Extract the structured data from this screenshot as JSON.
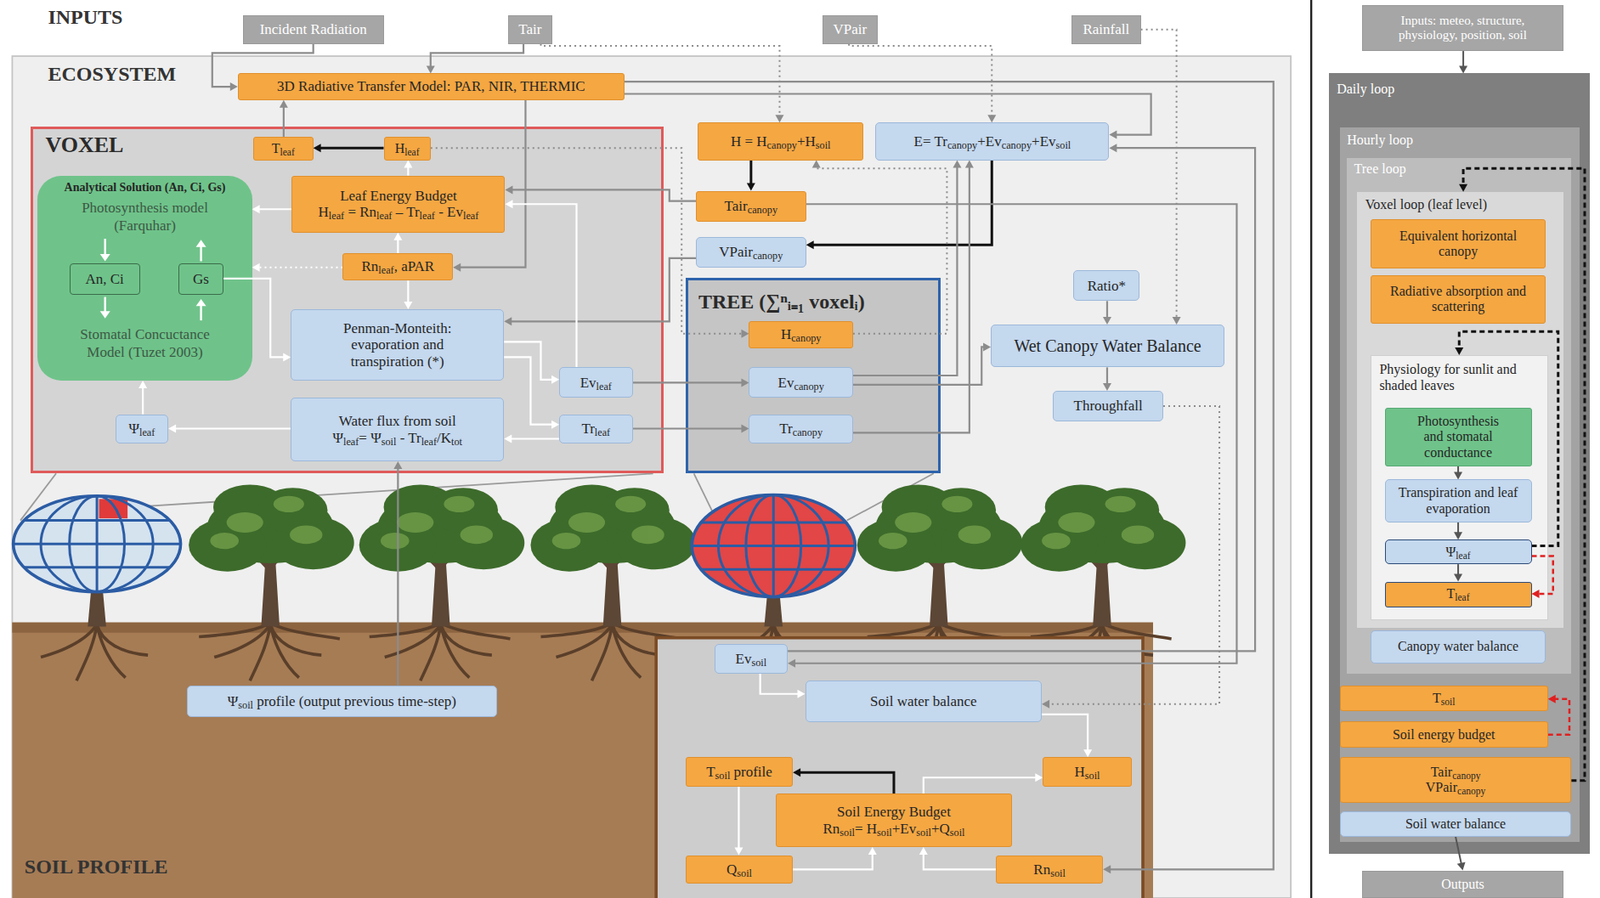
{
  "diagram": {
    "nodes": [
      {
        "text": [
          "Incident Radiation"
        ]
      },
      {
        "text": [
          "Tair"
        ]
      },
      {
        "text": [
          "VPair"
        ]
      },
      {
        "text": [
          "Rainfall"
        ]
      },
      {
        "text": [
          "3D Radiative Transfer Model: PAR, NIR, THERMIC"
        ]
      },
      {
        "text": [
          "VOXEL"
        ]
      },
      {
        "text": [
          "Tleaf"
        ],
        "in": 5
      },
      {
        "text": [
          "Hleaf"
        ],
        "in": 5
      },
      {
        "text": [
          "Analytical Solution (An, Ci, Gs)",
          "Photosynthesis model (Farquhar)",
          "Stomatal Concuctance Model (Tuzet 2003)"
        ],
        "in": 5
      },
      {
        "text": [
          "An, Ci"
        ],
        "in": 8
      },
      {
        "text": [
          "Gs"
        ],
        "in": 8
      },
      {
        "text": [
          "Leaf Energy Budget",
          "Hleaf = Rnleaf – Trleaf - Evleaf"
        ],
        "in": 5
      },
      {
        "text": [
          "Rnleaf, aPAR"
        ],
        "in": 5
      },
      {
        "text": [
          "Penman-Monteith: evaporation and transpiration (*)"
        ],
        "in": 5
      },
      {
        "text": [
          "Water flux from soil",
          "Ψleaf= Ψsoil - Trleaf/Ktot"
        ],
        "in": 5
      },
      {
        "text": [
          "Ψleaf"
        ],
        "in": 5
      },
      {
        "text": [
          "Evleaf"
        ],
        "in": 5
      },
      {
        "text": [
          "Trleaf"
        ],
        "in": 5
      },
      {
        "text": [
          "H = Hcanopy+Hsoil"
        ]
      },
      {
        "text": [
          "E= Trcanopy+Evcanopy+Evsoil"
        ]
      },
      {
        "text": [
          "Taircanopy"
        ]
      },
      {
        "text": [
          "VPaircanopy"
        ]
      },
      {
        "text": [
          "TREE (∑ⁿᵢ₌₁ voxelᵢ)"
        ]
      },
      {
        "text": [
          "Hcanopy"
        ],
        "in": 22
      },
      {
        "text": [
          "Evcanopy"
        ],
        "in": 22
      },
      {
        "text": [
          "Trcanopy"
        ],
        "in": 22
      },
      {
        "text": [
          "Ratio*"
        ]
      },
      {
        "text": [
          "Wet Canopy Water Balance"
        ]
      },
      {
        "text": [
          "Throughfall"
        ]
      },
      {
        "text": [
          "Evsoil"
        ]
      },
      {
        "text": [
          "Ψsoil profile (output previous time-step)"
        ]
      },
      {
        "text": [
          "Soil water balance"
        ]
      },
      {
        "text": [
          "Tsoil profile"
        ]
      },
      {
        "text": [
          "Hsoil"
        ]
      },
      {
        "text": [
          "Soil Energy Budget",
          "Rnsoil= Hsoil+Evsoil+Qsoil"
        ]
      },
      {
        "text": [
          "Qsoil"
        ]
      },
      {
        "text": [
          "Rnsoil"
        ]
      },
      {
        "text": [
          "Inputs: meteo, structure, physiology, position, soil"
        ]
      },
      {
        "text": [
          "Daily loop"
        ]
      },
      {
        "text": [
          "Hourly loop"
        ],
        "in": 38
      },
      {
        "text": [
          "Tree loop"
        ],
        "in": 39
      },
      {
        "text": [
          "Voxel loop (leaf level)"
        ],
        "in": 40
      },
      {
        "text": [
          "Equivalent horizontal canopy"
        ],
        "in": 41
      },
      {
        "text": [
          "Radiative absorption and scattering"
        ],
        "in": 41
      },
      {
        "text": [
          "Physiology for sunlit and shaded leaves"
        ],
        "in": 41
      },
      {
        "text": [
          "Photosynthesis and stomatal conductance"
        ],
        "in": 44
      },
      {
        "text": [
          "Transpiration and leaf evaporation"
        ],
        "in": 44
      },
      {
        "text": [
          "Ψleaf"
        ],
        "in": 44
      },
      {
        "text": [
          "Tleaf"
        ],
        "in": 44
      },
      {
        "text": [
          "Canopy water balance"
        ],
        "in": 40
      },
      {
        "text": [
          "Tsoil"
        ],
        "in": 39
      },
      {
        "text": [
          "Soil energy budget"
        ],
        "in": 39
      },
      {
        "text": [
          "Taircanopy",
          "VPaircanopy"
        ],
        "in": 39
      },
      {
        "text": [
          "Soil water balance"
        ],
        "in": 39
      },
      {
        "text": [
          "Outputs"
        ]
      }
    ],
    "edges": [
      {
        "from": 0,
        "to": 4,
        "arrow": "to"
      },
      {
        "from": 1,
        "to": 4,
        "arrow": "to"
      },
      {
        "from": 1,
        "to": 18,
        "arrow": "to"
      },
      {
        "from": 2,
        "to": 19,
        "arrow": "to"
      },
      {
        "from": 3,
        "to": 27,
        "arrow": "to"
      },
      {
        "from": 4,
        "to": 12,
        "arrow": "to"
      },
      {
        "from": 4,
        "to": 36,
        "arrow": "to"
      },
      {
        "from": 4,
        "to": 19,
        "arrow": "to"
      },
      {
        "from": 6,
        "to": 4,
        "arrow": "to"
      },
      {
        "from": 20,
        "to": 11,
        "arrow": "to"
      },
      {
        "from": 21,
        "to": 13,
        "arrow": "to"
      },
      {
        "from": 19,
        "to": 21,
        "arrow": "to"
      },
      {
        "from": 18,
        "to": 20,
        "arrow": "to"
      },
      {
        "from": 24,
        "to": 19,
        "arrow": "to"
      },
      {
        "from": 25,
        "to": 19,
        "arrow": "to"
      },
      {
        "from": 24,
        "to": 27,
        "arrow": "to"
      },
      {
        "from": 28,
        "to": 31,
        "arrow": "to"
      },
      {
        "from": 26,
        "to": 27,
        "arrow": "to"
      },
      {
        "from": 27,
        "to": 28,
        "arrow": "to"
      },
      {
        "from": 16,
        "to": 24,
        "arrow": "to"
      },
      {
        "from": 17,
        "to": 25,
        "arrow": "to"
      },
      {
        "from": 7,
        "to": 6,
        "arrow": "to"
      },
      {
        "from": 13,
        "to": 16,
        "arrow": "to"
      },
      {
        "from": 13,
        "to": 17,
        "arrow": "to"
      },
      {
        "from": 17,
        "to": 14,
        "arrow": "to"
      },
      {
        "from": 14,
        "to": 15,
        "arrow": "to"
      },
      {
        "from": 15,
        "to": 8,
        "arrow": "to"
      },
      {
        "from": 10,
        "to": 13,
        "arrow": "to"
      },
      {
        "from": 12,
        "to": 8,
        "arrow": "to"
      },
      {
        "from": 12,
        "to": 11,
        "arrow": "to"
      },
      {
        "from": 12,
        "to": 13,
        "arrow": "to"
      },
      {
        "from": 11,
        "to": 7,
        "arrow": "to"
      },
      {
        "from": 11,
        "to": 8,
        "arrow": "to"
      },
      {
        "from": 16,
        "to": 11,
        "arrow": "to"
      },
      {
        "from": 7,
        "to": 23,
        "arrow": "to"
      },
      {
        "from": 23,
        "to": 18,
        "arrow": "to"
      },
      {
        "from": 20,
        "to": 29,
        "arrow": "to"
      },
      {
        "from": 29,
        "to": 19,
        "arrow": "to"
      },
      {
        "from": 29,
        "to": 31,
        "arrow": "to"
      },
      {
        "from": 30,
        "to": 14,
        "arrow": "to"
      },
      {
        "from": 34,
        "to": 32,
        "arrow": "to"
      },
      {
        "from": 34,
        "to": 33,
        "arrow": "to"
      },
      {
        "from": 32,
        "to": 35,
        "arrow": "to"
      },
      {
        "from": 35,
        "to": 34,
        "arrow": "to"
      },
      {
        "from": 36,
        "to": 34,
        "arrow": "to"
      },
      {
        "from": 31,
        "to": 33,
        "arrow": "to"
      },
      {
        "from": 37,
        "to": 38,
        "arrow": "to"
      },
      {
        "from": 45,
        "to": 46,
        "arrow": "to"
      },
      {
        "from": 46,
        "to": 47,
        "arrow": "to"
      },
      {
        "from": 47,
        "to": 48,
        "arrow": "to"
      },
      {
        "from": 53,
        "to": 54,
        "arrow": "to"
      },
      {
        "from": 47,
        "to": 48,
        "arrow": "to"
      },
      {
        "from": 47,
        "to": 44,
        "arrow": "to"
      },
      {
        "from": 51,
        "to": 50,
        "arrow": "to"
      },
      {
        "from": 52,
        "to": 41,
        "arrow": "to"
      }
    ],
    "labels": [
      "INPUTS",
      "ECOSYSTEM",
      "SOIL PROFILE"
    ]
  }
}
